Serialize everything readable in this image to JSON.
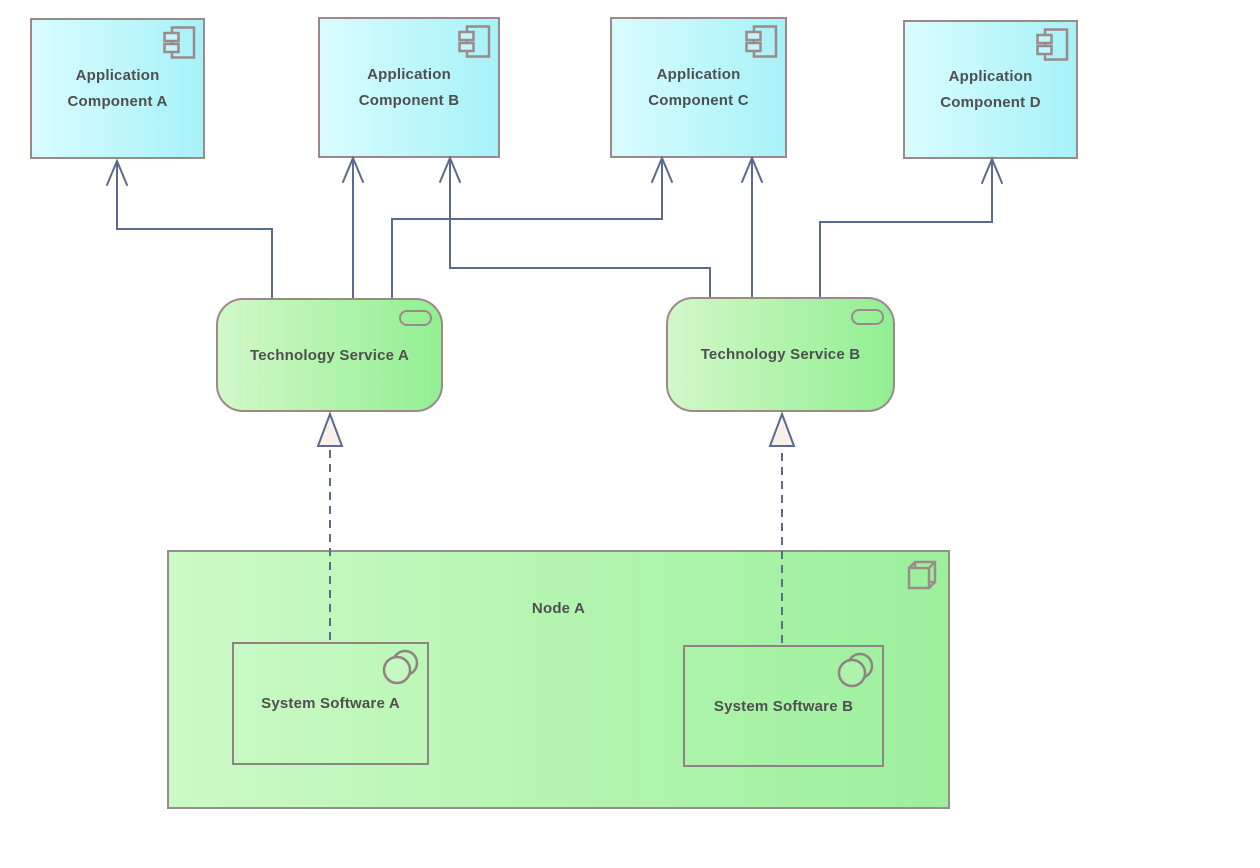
{
  "diagram": {
    "colors": {
      "application_fill": "#a6f2f8",
      "technology_fill": "#92ef92",
      "element_border": "#9c8a8a",
      "relationship_line": "#5b6b8e",
      "label_text": "#4f4f4f"
    },
    "application_components": [
      {
        "line1": "Application",
        "line2": "Component A"
      },
      {
        "line1": "Application",
        "line2": "Component B"
      },
      {
        "line1": "Application",
        "line2": "Component C"
      },
      {
        "line1": "Application",
        "line2": "Component D"
      }
    ],
    "technology_services": [
      {
        "label": "Technology Service A"
      },
      {
        "label": "Technology Service B"
      }
    ],
    "node": {
      "label": "Node A"
    },
    "system_software": [
      {
        "label": "System Software A"
      },
      {
        "label": "System Software B"
      }
    ],
    "relationships": [
      {
        "type": "serving",
        "source": "Technology Service A",
        "target": "Application Component A"
      },
      {
        "type": "serving",
        "source": "Technology Service A",
        "target": "Application Component B"
      },
      {
        "type": "serving",
        "source": "Technology Service A",
        "target": "Application Component C"
      },
      {
        "type": "serving",
        "source": "Technology Service B",
        "target": "Application Component B"
      },
      {
        "type": "serving",
        "source": "Technology Service B",
        "target": "Application Component C"
      },
      {
        "type": "serving",
        "source": "Technology Service B",
        "target": "Application Component D"
      },
      {
        "type": "realization",
        "source": "System Software A",
        "target": "Technology Service A"
      },
      {
        "type": "realization",
        "source": "System Software B",
        "target": "Technology Service B"
      }
    ]
  }
}
